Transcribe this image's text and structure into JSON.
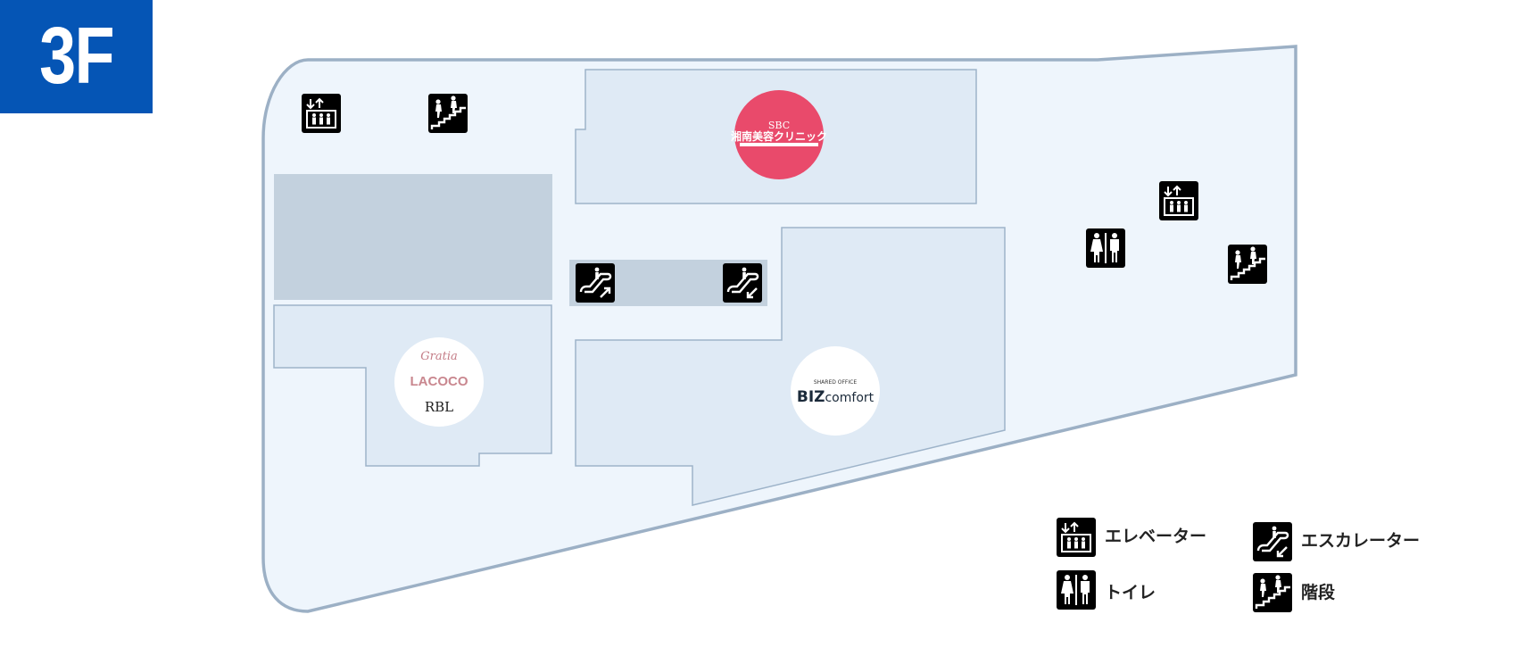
{
  "floor": {
    "label": "3F"
  },
  "colors": {
    "floor_badge": "#0555b5",
    "floor_fill": "#eef5fc",
    "floor_outline": "#9cb0c5",
    "tenant_fill": "#dfeaf5",
    "tenant_outline": "#9db3c9",
    "vacant_fill": "#c3d1de",
    "sbc_accent": "#e94a6b",
    "icon_bg": "#000000"
  },
  "tenants": {
    "sbc": {
      "abbr": "SBC",
      "name": "湘南美容クリニック"
    },
    "gratia": {
      "brands": [
        "Gratia",
        "LACOCO",
        "RBL"
      ]
    },
    "bizcomfort": {
      "tagline": "SHARED OFFICE",
      "name_bold": "BIZ",
      "name_light": "comfort"
    }
  },
  "facility_icons": [
    "elevator-icon",
    "stairs-icon",
    "escalator-up-icon",
    "escalator-down-icon",
    "toilet-icon"
  ],
  "legend": {
    "elevator": "エレベーター",
    "escalator": "エスカレーター",
    "toilet": "トイレ",
    "stairs": "階段"
  }
}
